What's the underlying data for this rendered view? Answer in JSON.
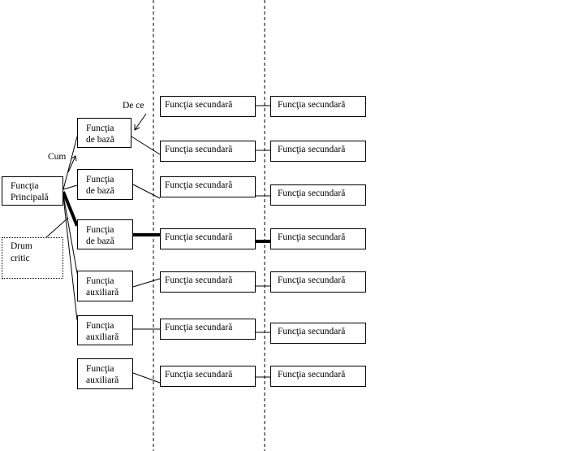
{
  "main_function": {
    "line1": "Funcţia",
    "line2": "Principală"
  },
  "base_functions": [
    {
      "line1": "Funcţia",
      "line2": "de bază"
    },
    {
      "line1": "Funcţia",
      "line2": "de bază"
    },
    {
      "line1": "Funcţia",
      "line2": "de bază"
    }
  ],
  "aux_functions": [
    {
      "line1": "Funcţia",
      "line2": "auxiliară"
    },
    {
      "line1": "Funcţia",
      "line2": "auxiliară"
    },
    {
      "line1": "Funcţia",
      "line2": "auxiliară"
    }
  ],
  "secondary_label": "Funcţia secundară",
  "secondary_column": [
    "Funcţia secundară",
    "Funcţia secundară",
    "Funcţia secundară",
    "Funcţia secundară",
    "Funcţia secundară",
    "Funcţia secundară",
    "Funcţia secundară"
  ],
  "tertiary_column": [
    "Funcţia secundară",
    "Funcţia secundară",
    "Funcţia secundară",
    "Funcţia secundară",
    "Funcţia secundară",
    "Funcţia secundară",
    "Funcţia secundară"
  ],
  "labels": {
    "de_ce": "De ce",
    "cum": "Cum"
  },
  "callout": {
    "line1": "Drum",
    "line2": "critic"
  }
}
